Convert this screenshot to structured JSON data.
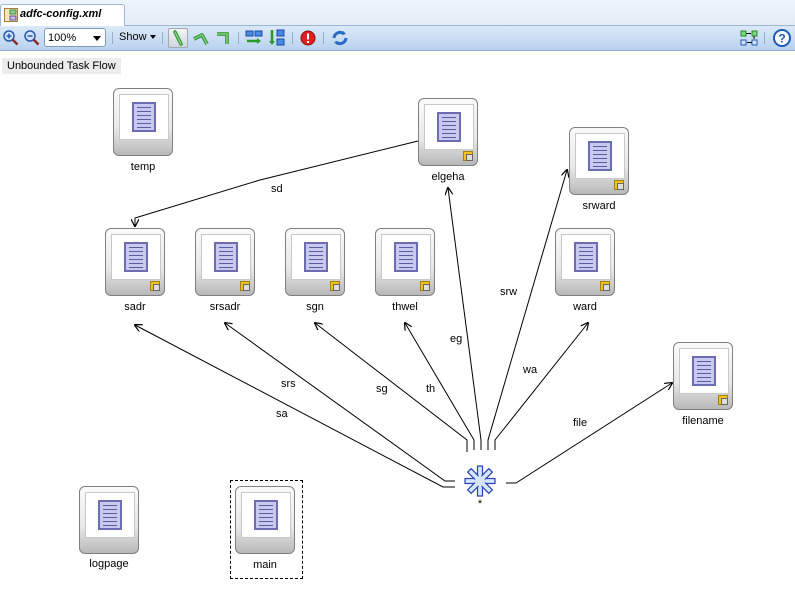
{
  "tab": {
    "title": "adfc-config.xml",
    "icon": "task-flow-file-icon"
  },
  "toolbar": {
    "zoom_value": "100%",
    "show_label": "Show",
    "buttons": [
      "zoom-in",
      "zoom-out",
      "straight-line",
      "polyline",
      "orthogonal",
      "layout-horizontal",
      "layout-vertical",
      "show-errors",
      "refresh",
      "arrange-links",
      "help"
    ]
  },
  "flow_label": "Unbounded Task Flow",
  "nodes": {
    "temp": {
      "label": "temp"
    },
    "elgeha": {
      "label": "elgeha"
    },
    "srward": {
      "label": "srward"
    },
    "sadr": {
      "label": "sadr"
    },
    "srsadr": {
      "label": "srsadr"
    },
    "sgn": {
      "label": "sgn"
    },
    "thwel": {
      "label": "thwel"
    },
    "ward": {
      "label": "ward"
    },
    "filename": {
      "label": "filename"
    },
    "logpage": {
      "label": "logpage"
    },
    "main": {
      "label": "main"
    },
    "wildcard": {
      "label": "*"
    }
  },
  "edges": {
    "sd": "sd",
    "sa": "sa",
    "srs": "srs",
    "sg": "sg",
    "th": "th",
    "eg": "eg",
    "srw": "srw",
    "wa": "wa",
    "file": "file"
  },
  "colors": {
    "toolbar": "#c6dbf3",
    "doc_fill": "#c9c9ef",
    "doc_border": "#6c6cb0",
    "wildcard": "#2a3fb8"
  }
}
